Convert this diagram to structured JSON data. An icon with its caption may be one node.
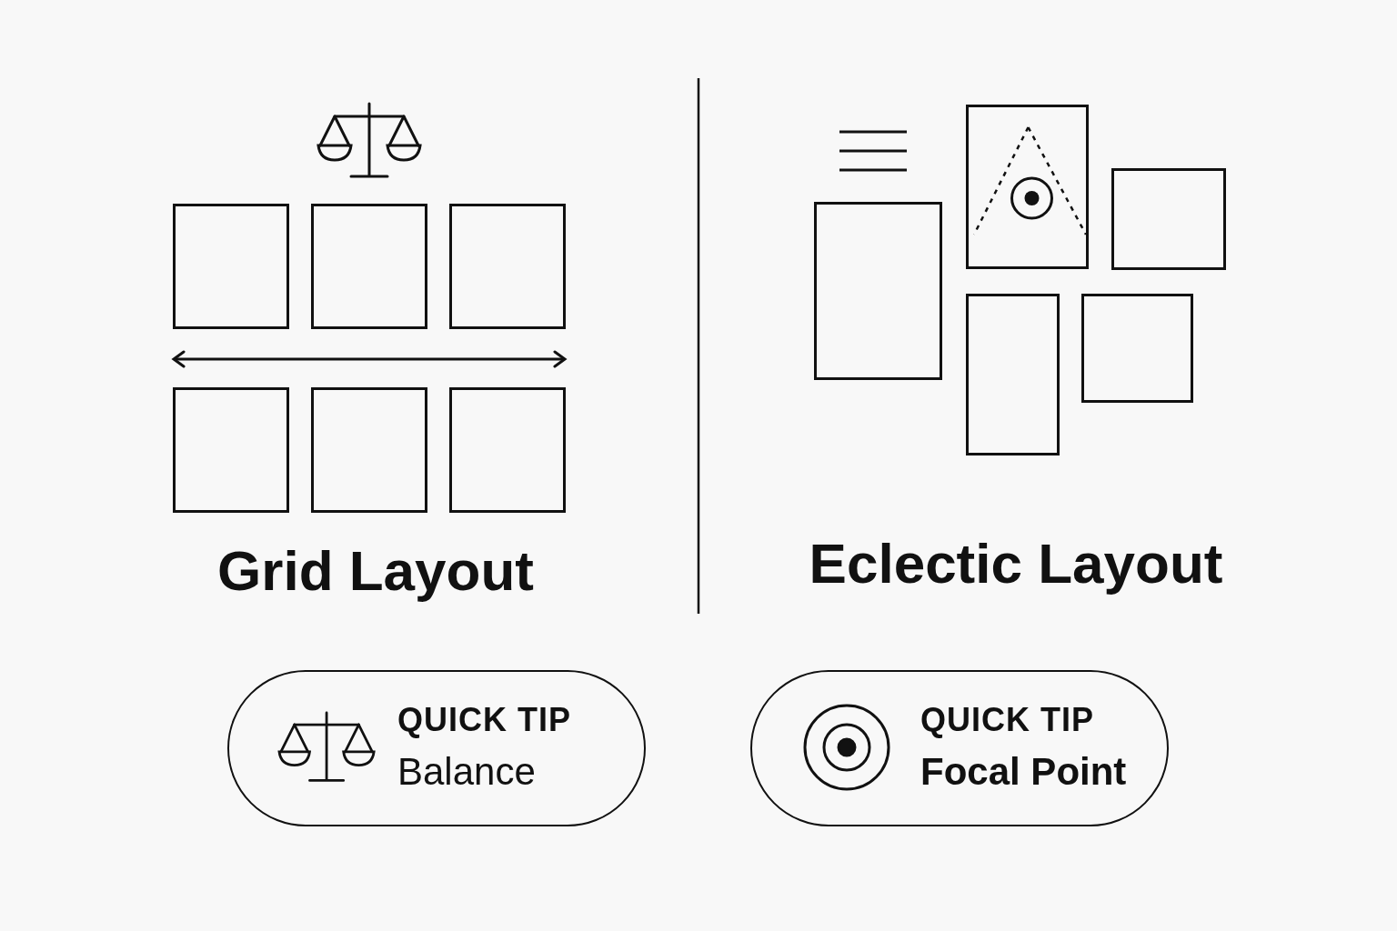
{
  "diagram": {
    "nodes": [
      {
        "text": [],
        "shape": "box"
      },
      {
        "text": [],
        "shape": "box"
      },
      {
        "text": [],
        "shape": "box"
      },
      {
        "text": [],
        "shape": "box"
      },
      {
        "text": [],
        "shape": "box"
      },
      {
        "text": [],
        "shape": "box"
      },
      {
        "text": [],
        "shape": "box"
      },
      {
        "text": [],
        "shape": "box"
      },
      {
        "text": [],
        "shape": "box"
      },
      {
        "text": [],
        "shape": "box"
      },
      {
        "text": [],
        "shape": "box"
      },
      {
        "text": [
          "QUICK TIP",
          "Balance"
        ]
      },
      {
        "text": [
          "QUICK TIP",
          "Focal Point"
        ]
      }
    ],
    "labels": [
      "Grid Layout",
      "Eclectic Layout"
    ]
  }
}
